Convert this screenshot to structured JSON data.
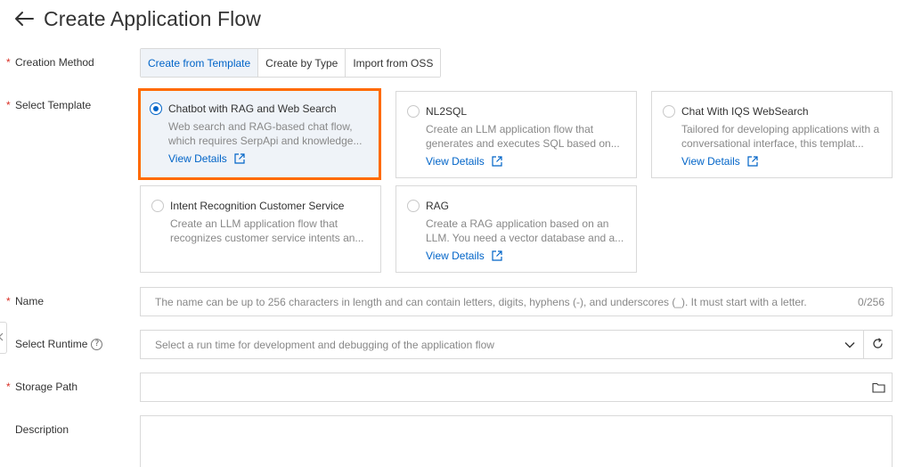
{
  "page": {
    "title": "Create Application Flow"
  },
  "creation_method": {
    "label": "Creation Method",
    "options": [
      "Create from Template",
      "Create by Type",
      "Import from OSS"
    ],
    "selected": "Create from Template"
  },
  "select_template": {
    "label": "Select Template",
    "cards": [
      {
        "title": "Chatbot with RAG and Web Search",
        "desc": "Web search and RAG-based chat flow, which requires SerpApi and knowledge...",
        "link": "View Details",
        "selected": true
      },
      {
        "title": "NL2SQL",
        "desc": "Create an LLM application flow that generates and executes SQL based on...",
        "link": "View Details",
        "selected": false
      },
      {
        "title": "Chat With IQS WebSearch",
        "desc": "Tailored for developing applications with a conversational interface, this templat...",
        "link": "View Details",
        "selected": false
      },
      {
        "title": "Intent Recognition Customer Service",
        "desc": "Create an LLM application flow that recognizes customer service intents an...",
        "link": "",
        "selected": false
      },
      {
        "title": "RAG",
        "desc": "Create a RAG application based on an LLM. You need a vector database and a...",
        "link": "View Details",
        "selected": false
      }
    ]
  },
  "name": {
    "label": "Name",
    "placeholder": "The name can be up to 256 characters in length and can contain letters, digits, hyphens (-), and underscores (_). It must start with a letter.",
    "counter": "0/256"
  },
  "runtime": {
    "label": "Select Runtime",
    "placeholder": "Select a run time for development and debugging of the application flow"
  },
  "storage": {
    "label": "Storage Path"
  },
  "description": {
    "label": "Description"
  },
  "colors": {
    "accent": "#0064c8",
    "selected_border": "#ff6a00",
    "required": "#d93026"
  }
}
